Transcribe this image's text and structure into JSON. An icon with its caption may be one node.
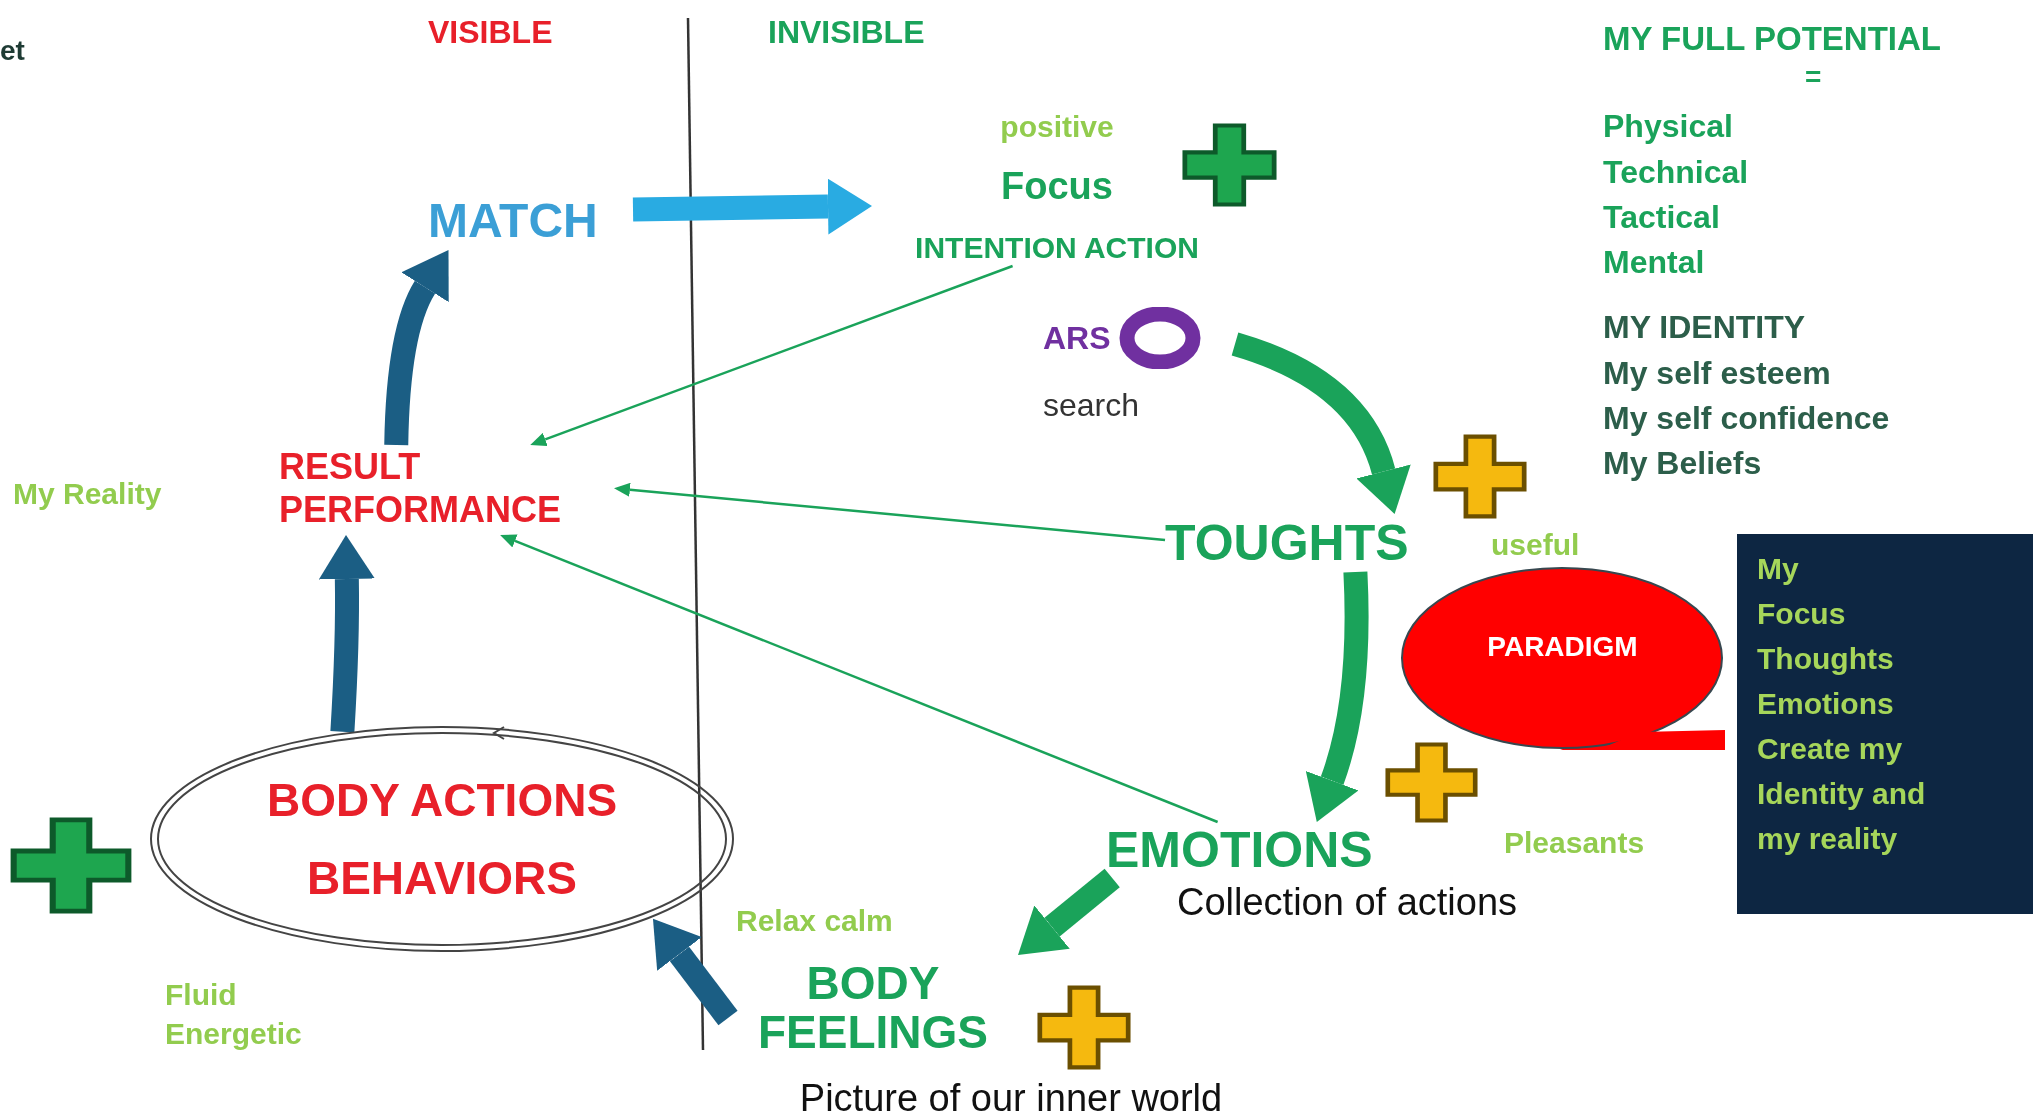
{
  "diagram": {
    "caption": "Picture of our inner world",
    "nodes": [
      {
        "text": [
          "MATCH"
        ]
      },
      {
        "text": [
          "positive",
          "Focus",
          "INTENTION ACTION"
        ]
      },
      {
        "text": [
          "RESULT PERFORMANCE"
        ],
        "beside": [
          "My Reality"
        ]
      },
      {
        "text": [
          "TOUGHTS"
        ]
      },
      {
        "text": [
          "EMOTIONS"
        ]
      },
      {
        "text": [
          "BODY FEELINGS"
        ]
      },
      {
        "text": [
          "BODY ACTIONS BEHAVIORS"
        ],
        "beside": [
          "Fluid Energetic"
        ]
      },
      {
        "text": [
          "PARADIGM"
        ]
      },
      {
        "text": [
          "My",
          "Focus",
          "Thoughts",
          "Emotions",
          "Create my Identity and my reality"
        ]
      },
      {
        "text": [
          "ARS",
          "search"
        ]
      }
    ],
    "edges": [
      {
        "from": 0,
        "to": 1,
        "arrow": "to",
        "color": "#29abe2"
      },
      {
        "from": 1,
        "to": 2,
        "arrow": "to"
      },
      {
        "from": 3,
        "to": 2,
        "arrow": "to"
      },
      {
        "from": 4,
        "to": 2,
        "arrow": "to"
      },
      {
        "from": 9,
        "to": 3,
        "arrow": "to"
      },
      {
        "from": 3,
        "to": 4,
        "arrow": "to"
      },
      {
        "from": 4,
        "to": 5,
        "arrow": "to"
      },
      {
        "from": 5,
        "to": 6,
        "arrow": "to",
        "color": "#1b5e84"
      },
      {
        "from": 6,
        "to": 2,
        "arrow": "to",
        "color": "#1b5e84"
      },
      {
        "from": 2,
        "to": 0,
        "arrow": "to",
        "color": "#1b5e84"
      }
    ],
    "labels": [
      "et",
      "VISIBLE",
      "INVISIBLE",
      "MY FULL POTENTIAL",
      "=",
      "Physical",
      "Technical",
      "Tactical",
      "Mental",
      "MY IDENTITY",
      "My self esteem",
      "My self confidence",
      "My Beliefs",
      "useful",
      "Pleasants",
      "Collection of actions",
      "Relax calm"
    ]
  }
}
